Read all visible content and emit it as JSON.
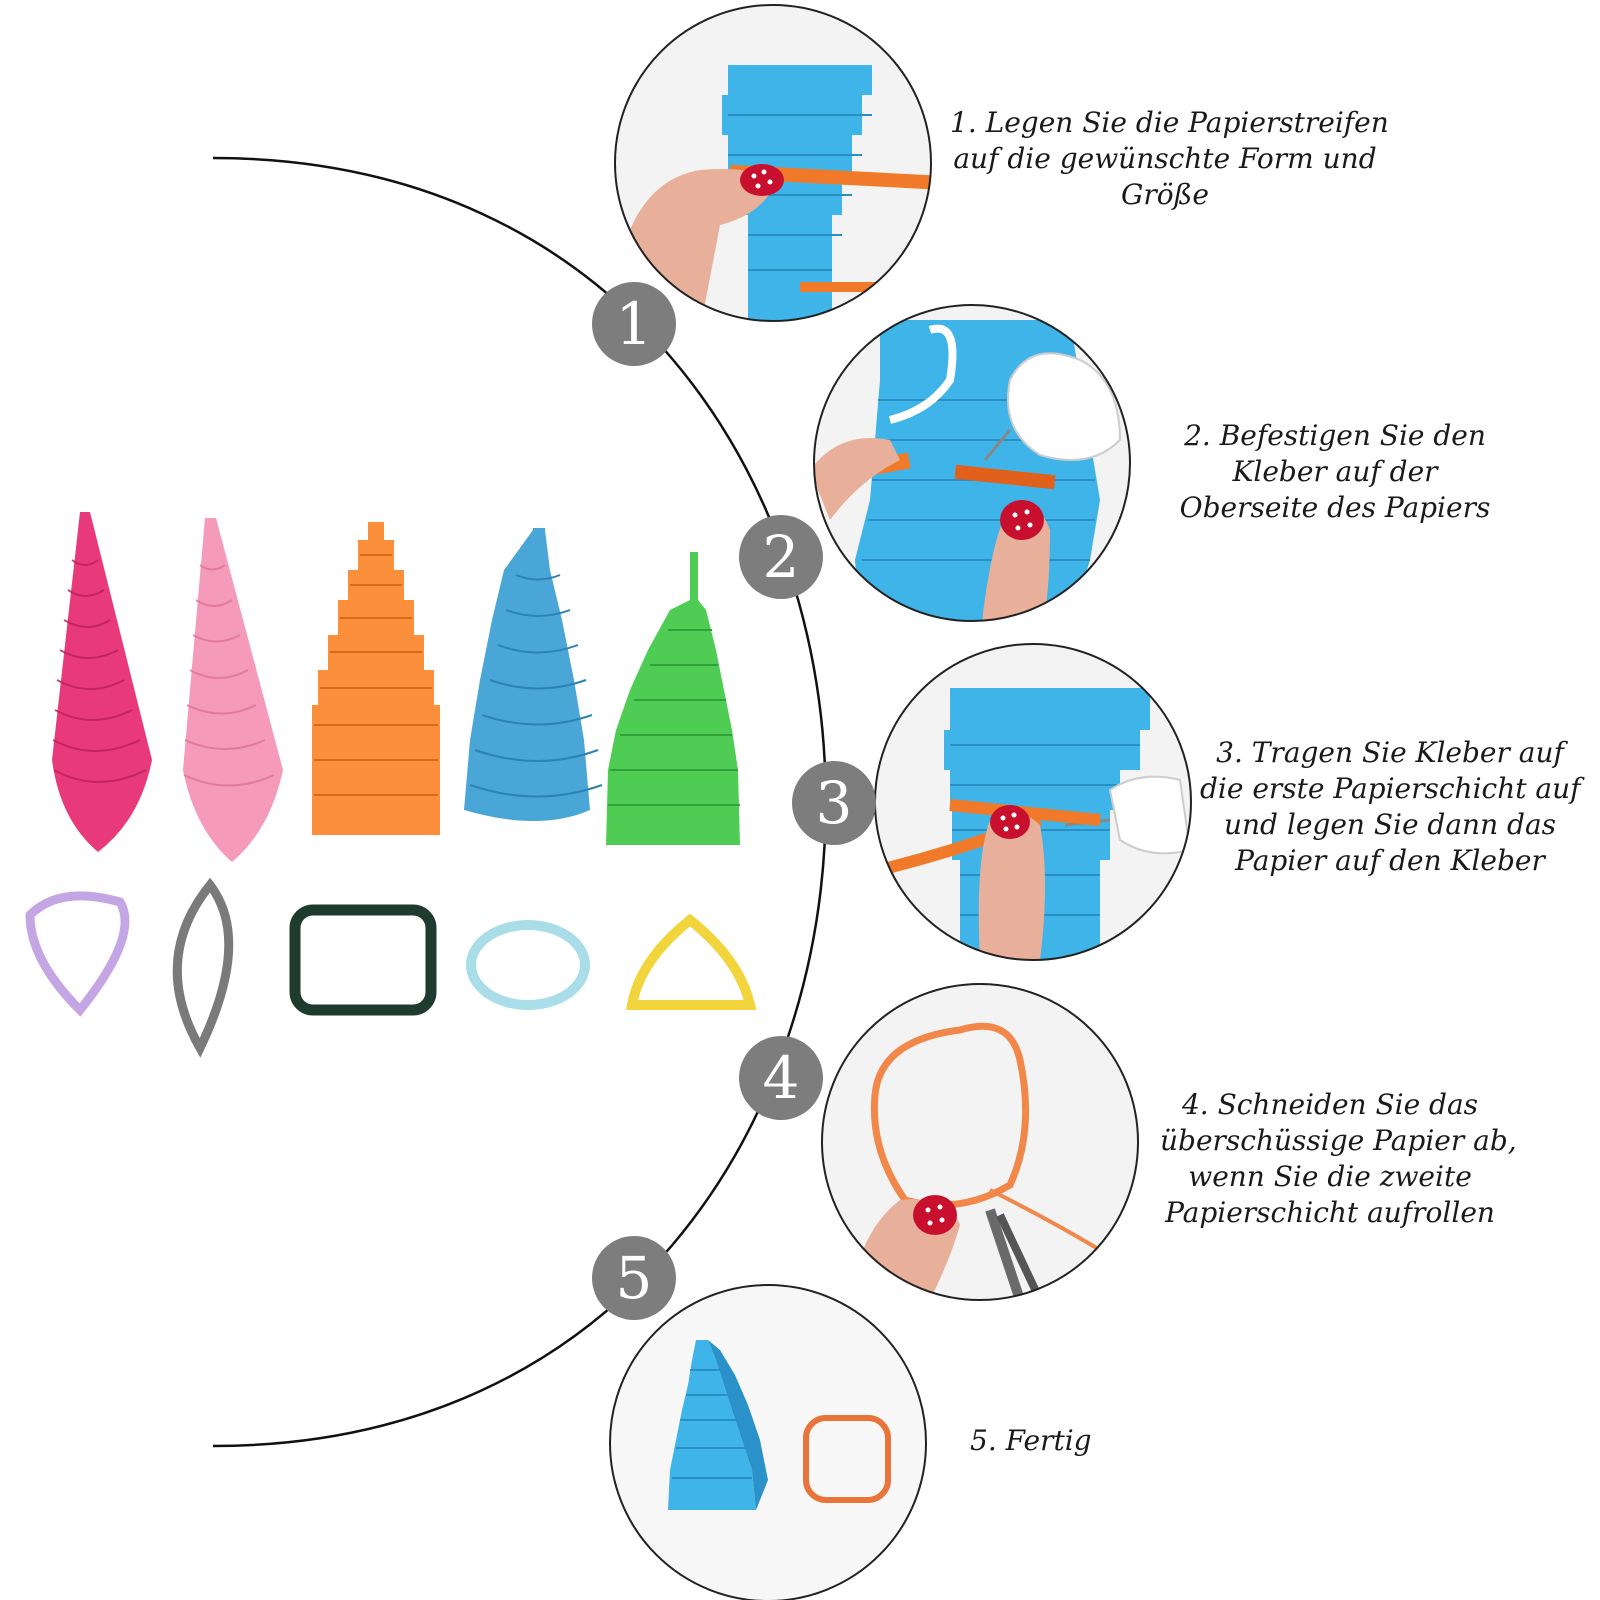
{
  "steps": [
    {
      "number": "1",
      "lines": [
        "1. Legen Sie die Papierstreifen",
        "auf die gewünschte Form und",
        "Größe"
      ]
    },
    {
      "number": "2",
      "lines": [
        "2. Befestigen Sie den",
        "Kleber auf der",
        "Oberseite des Papiers"
      ]
    },
    {
      "number": "3",
      "lines": [
        "3. Tragen Sie Kleber auf",
        "die erste Papierschicht auf",
        "und legen Sie dann das",
        "Papier auf den Kleber"
      ]
    },
    {
      "number": "4",
      "lines": [
        "4. Schneiden Sie das",
        "überschüssige Papier ab,",
        "wenn Sie die zweite",
        "Papierschicht aufrollen"
      ]
    },
    {
      "number": "5",
      "lines": [
        "5. Fertig"
      ]
    }
  ],
  "colors": {
    "badge": "#7d7d7d",
    "tool_blue": "#3fb4e8",
    "strip_orange": "#f07a2a",
    "pink_dark": "#e83a7a",
    "pink_light": "#f59ab8",
    "orange": "#fb8f3c",
    "blue": "#4aa6d6",
    "green": "#4fcc53"
  }
}
